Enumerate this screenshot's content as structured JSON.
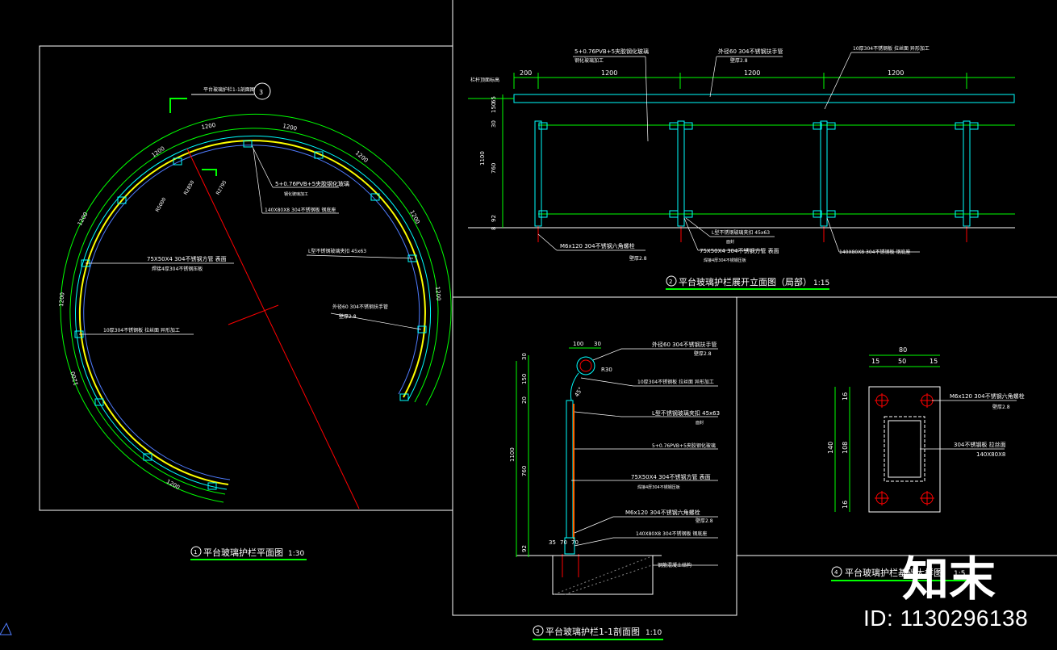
{
  "title_plan": "平台玻璃护栏平面图",
  "title_plan_num": "1",
  "title_plan_scale": "1:30",
  "title_elev": "平台玻璃护栏展开立面图（局部）",
  "title_elev_num": "2",
  "title_elev_scale": "1:15",
  "title_sect": "平台玻璃护栏1-1剖面图",
  "title_sect_num": "3",
  "title_sect_scale": "1:10",
  "title_base": "平台玻璃护栏基础大样图",
  "title_base_num": "4",
  "title_base_scale": "1:5",
  "plan_labels": {
    "callout": "平台玻璃护栏1-1剖面图",
    "callout_num": "3",
    "r1": "R5000",
    "r2": "R2850",
    "r3": "R2795",
    "glass": "5+0.76PVB+5夹胶钢化玻璃",
    "glass_sub": "钢化玻璃加工",
    "post": "140X80X8 304不锈钢板 钢底座",
    "tube": "75X50X4 304不锈钢方管 表面",
    "tube_sub": "焊接4厚304不锈钢压板",
    "clip": "L型不锈钢玻璃夹扣 45x63",
    "rail": "外径60 304不锈钢扶手管",
    "rail_sub": "壁厚2.8",
    "plate": "10厚304不锈钢板 拉丝面 异形加工",
    "dims": [
      "1200",
      "1200",
      "1200",
      "1200",
      "1200",
      "1200",
      "1200",
      "1200",
      "1200",
      "1200"
    ]
  },
  "elev_labels": {
    "glass": "5+0.76PVB+5夹胶钢化玻璃",
    "glass_sub": "钢化玻璃加工",
    "rail": "外径60 304不锈钢扶手管",
    "rail_sub": "壁厚2.8",
    "plate": "10厚304不锈钢板 拉丝面 异形加工",
    "clip": "L型不锈钢玻璃夹扣 45x63",
    "clip_sub": "面封",
    "tube": "75X50X4 304不锈钢方管 表面",
    "tube_sub": "焊接4厚304不锈钢压板",
    "bolt": "M6x120 304不锈钢六角螺栓",
    "bolt_sub": "壁厚2.8",
    "post": "140X80X8 304不锈钢板 钢底座",
    "top": "栏杆顶面标高",
    "dims_top": [
      "200",
      "1200",
      "1200",
      "1200"
    ],
    "dims_left": [
      "150",
      "65",
      "30",
      "760",
      "1100",
      "92",
      "8"
    ]
  },
  "sect_labels": {
    "rail": "外径60 304不锈钢扶手管",
    "rail_sub": "壁厚2.8",
    "plate": "10厚304不锈钢板 拉丝面 异形加工",
    "clip": "L型不锈钢玻璃夹扣 45x63",
    "clip_sub": "面封",
    "glass": "5+0.76PVB+5夹胶钢化玻璃",
    "tube": "75X50X4 304不锈钢方管 表面",
    "tube_sub": "焊接4厚304不锈钢压板",
    "bolt": "M6x120 304不锈钢六角螺栓",
    "bolt_sub": "壁厚2.8",
    "post": "140X80X8 304不锈钢板 钢底座",
    "base": "钢筋混凝土结构",
    "dims_top": [
      "100",
      "30"
    ],
    "dims_left": [
      "30",
      "150",
      "20",
      "760",
      "1100",
      "92"
    ],
    "dims_bottom": [
      "35",
      "70",
      "70"
    ],
    "r": "R30",
    "a": "45°"
  },
  "base_labels": {
    "bolt": "M6x120 304不锈钢六角螺栓",
    "bolt_sub": "壁厚2.8",
    "post": "304不锈钢板 拉丝面",
    "post_sub": "140X80X8",
    "dims_top": [
      "80",
      "15",
      "50",
      "15"
    ],
    "dims_left": [
      "16",
      "140",
      "108",
      "16"
    ]
  },
  "watermark_id": "ID: 1130296138",
  "watermark_logo": "知末",
  "colors": {
    "frame": "#ffffff",
    "dim": "#00ff00",
    "cyan": "#00ffff",
    "yellow": "#ffff00",
    "red": "#ff0000",
    "blue": "#4f7cff"
  }
}
